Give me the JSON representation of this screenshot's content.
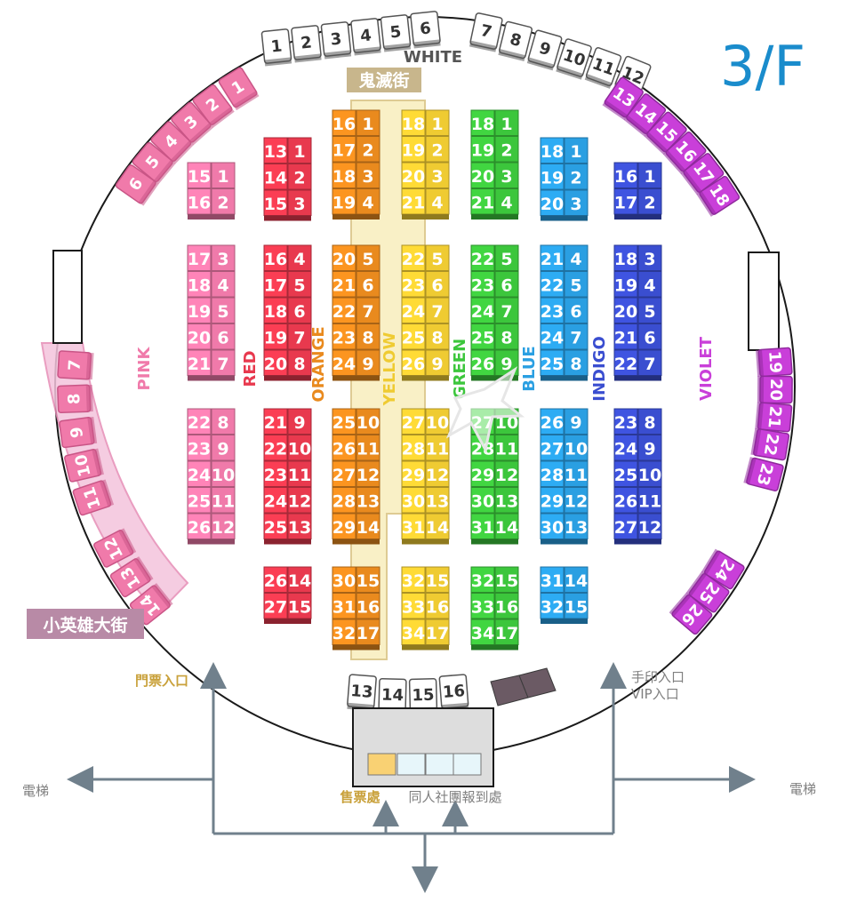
{
  "floor": "3/F",
  "colors": {
    "floor": "#1a8ccc",
    "pink": "#f07aaa",
    "red": "#e8394e",
    "orange": "#e98a1e",
    "yellow": "#efcb32",
    "green": "#3cc63c",
    "blue": "#2a9fe2",
    "indigo": "#3a4ed0",
    "violet": "#c93fd9",
    "white_label": "#555555",
    "sign_gold": "#c9a13b",
    "sign_gray": "#808080",
    "arrow": "#70808c"
  },
  "streets": {
    "ghost": "鬼滅街",
    "hero": "小英雄大街"
  },
  "zones": {
    "white": "WHITE",
    "pink": "PINK",
    "red": "RED",
    "orange": "ORANGE",
    "yellow": "YELLOW",
    "green": "GREEN",
    "blue": "BLUE",
    "indigo": "INDIGO",
    "violet": "VIOLET"
  },
  "signs": {
    "ticket_entrance": "門票入口",
    "stamp_entrance": "手印入口",
    "vip_entrance": "VIP入口",
    "elevator_left": "電梯",
    "elevator_right": "電梯",
    "ticket_office": "售票處",
    "club_checkin": "同人社團報到處"
  },
  "white_booths": {
    "top_left": [
      "1",
      "2",
      "3",
      "4",
      "5",
      "6"
    ],
    "top_right": [
      "7",
      "8",
      "9",
      "10",
      "11",
      "12"
    ],
    "bottom": [
      "13",
      "14",
      "15",
      "16"
    ]
  },
  "pink_wall": {
    "upper": [
      "1",
      "2",
      "3",
      "4",
      "5",
      "6"
    ],
    "lower": [
      "7",
      "8",
      "9",
      "10",
      "11",
      "12",
      "13",
      "14"
    ]
  },
  "violet_wall": {
    "upper": [
      "13",
      "14",
      "15",
      "16",
      "17",
      "18"
    ],
    "middle": [
      "19",
      "20",
      "21",
      "22",
      "23"
    ],
    "lower": [
      "24",
      "25",
      "26"
    ]
  },
  "blocks": [
    {
      "zone": "pink",
      "rows": [
        [
          "15",
          "1"
        ],
        [
          "16",
          "2"
        ]
      ]
    },
    {
      "zone": "pink",
      "rows": [
        [
          "17",
          "3"
        ],
        [
          "18",
          "4"
        ],
        [
          "19",
          "5"
        ],
        [
          "20",
          "6"
        ],
        [
          "21",
          "7"
        ]
      ]
    },
    {
      "zone": "pink",
      "rows": [
        [
          "22",
          "8"
        ],
        [
          "23",
          "9"
        ],
        [
          "24",
          "10"
        ],
        [
          "25",
          "11"
        ],
        [
          "26",
          "12"
        ]
      ]
    },
    {
      "zone": "red",
      "rows": [
        [
          "13",
          "1"
        ],
        [
          "14",
          "2"
        ],
        [
          "15",
          "3"
        ]
      ]
    },
    {
      "zone": "red",
      "rows": [
        [
          "16",
          "4"
        ],
        [
          "17",
          "5"
        ],
        [
          "18",
          "6"
        ],
        [
          "19",
          "7"
        ],
        [
          "20",
          "8"
        ]
      ]
    },
    {
      "zone": "red",
      "rows": [
        [
          "21",
          "9"
        ],
        [
          "22",
          "10"
        ],
        [
          "23",
          "11"
        ],
        [
          "24",
          "12"
        ],
        [
          "25",
          "13"
        ]
      ]
    },
    {
      "zone": "red",
      "rows": [
        [
          "26",
          "14"
        ],
        [
          "27",
          "15"
        ]
      ]
    },
    {
      "zone": "orange",
      "rows": [
        [
          "16",
          "1"
        ],
        [
          "17",
          "2"
        ],
        [
          "18",
          "3"
        ],
        [
          "19",
          "4"
        ]
      ]
    },
    {
      "zone": "orange",
      "rows": [
        [
          "20",
          "5"
        ],
        [
          "21",
          "6"
        ],
        [
          "22",
          "7"
        ],
        [
          "23",
          "8"
        ],
        [
          "24",
          "9"
        ]
      ]
    },
    {
      "zone": "orange",
      "rows": [
        [
          "25",
          "10"
        ],
        [
          "26",
          "11"
        ],
        [
          "27",
          "12"
        ],
        [
          "28",
          "13"
        ],
        [
          "29",
          "14"
        ]
      ]
    },
    {
      "zone": "orange",
      "rows": [
        [
          "30",
          "15"
        ],
        [
          "31",
          "16"
        ],
        [
          "32",
          "17"
        ]
      ]
    },
    {
      "zone": "yellow",
      "rows": [
        [
          "18",
          "1"
        ],
        [
          "19",
          "2"
        ],
        [
          "20",
          "3"
        ],
        [
          "21",
          "4"
        ]
      ]
    },
    {
      "zone": "yellow",
      "rows": [
        [
          "22",
          "5"
        ],
        [
          "23",
          "6"
        ],
        [
          "24",
          "7"
        ],
        [
          "25",
          "8"
        ],
        [
          "26",
          "9"
        ]
      ]
    },
    {
      "zone": "yellow",
      "rows": [
        [
          "27",
          "10"
        ],
        [
          "28",
          "11"
        ],
        [
          "29",
          "12"
        ],
        [
          "30",
          "13"
        ],
        [
          "31",
          "14"
        ]
      ]
    },
    {
      "zone": "yellow",
      "rows": [
        [
          "32",
          "15"
        ],
        [
          "33",
          "16"
        ],
        [
          "34",
          "17"
        ]
      ]
    },
    {
      "zone": "green",
      "rows": [
        [
          "18",
          "1"
        ],
        [
          "19",
          "2"
        ],
        [
          "20",
          "3"
        ],
        [
          "21",
          "4"
        ]
      ]
    },
    {
      "zone": "green",
      "rows": [
        [
          "22",
          "5"
        ],
        [
          "23",
          "6"
        ],
        [
          "24",
          "7"
        ],
        [
          "25",
          "8"
        ],
        [
          "26",
          "9"
        ]
      ]
    },
    {
      "zone": "green",
      "rows": [
        [
          "27",
          "10"
        ],
        [
          "28",
          "11"
        ],
        [
          "29",
          "12"
        ],
        [
          "30",
          "13"
        ],
        [
          "31",
          "14"
        ]
      ]
    },
    {
      "zone": "green",
      "rows": [
        [
          "32",
          "15"
        ],
        [
          "33",
          "16"
        ],
        [
          "34",
          "17"
        ]
      ]
    },
    {
      "zone": "blue",
      "rows": [
        [
          "18",
          "1"
        ],
        [
          "19",
          "2"
        ],
        [
          "20",
          "3"
        ]
      ]
    },
    {
      "zone": "blue",
      "rows": [
        [
          "21",
          "4"
        ],
        [
          "22",
          "5"
        ],
        [
          "23",
          "6"
        ],
        [
          "24",
          "7"
        ],
        [
          "25",
          "8"
        ]
      ]
    },
    {
      "zone": "blue",
      "rows": [
        [
          "26",
          "9"
        ],
        [
          "27",
          "10"
        ],
        [
          "28",
          "11"
        ],
        [
          "29",
          "12"
        ],
        [
          "30",
          "13"
        ]
      ]
    },
    {
      "zone": "blue",
      "rows": [
        [
          "31",
          "14"
        ],
        [
          "32",
          "15"
        ]
      ]
    },
    {
      "zone": "indigo",
      "rows": [
        [
          "16",
          "1"
        ],
        [
          "17",
          "2"
        ]
      ]
    },
    {
      "zone": "indigo",
      "rows": [
        [
          "18",
          "3"
        ],
        [
          "19",
          "4"
        ],
        [
          "20",
          "5"
        ],
        [
          "21",
          "6"
        ],
        [
          "22",
          "7"
        ]
      ]
    },
    {
      "zone": "indigo",
      "rows": [
        [
          "23",
          "8"
        ],
        [
          "24",
          "9"
        ],
        [
          "25",
          "10"
        ],
        [
          "26",
          "11"
        ],
        [
          "27",
          "12"
        ]
      ]
    }
  ]
}
